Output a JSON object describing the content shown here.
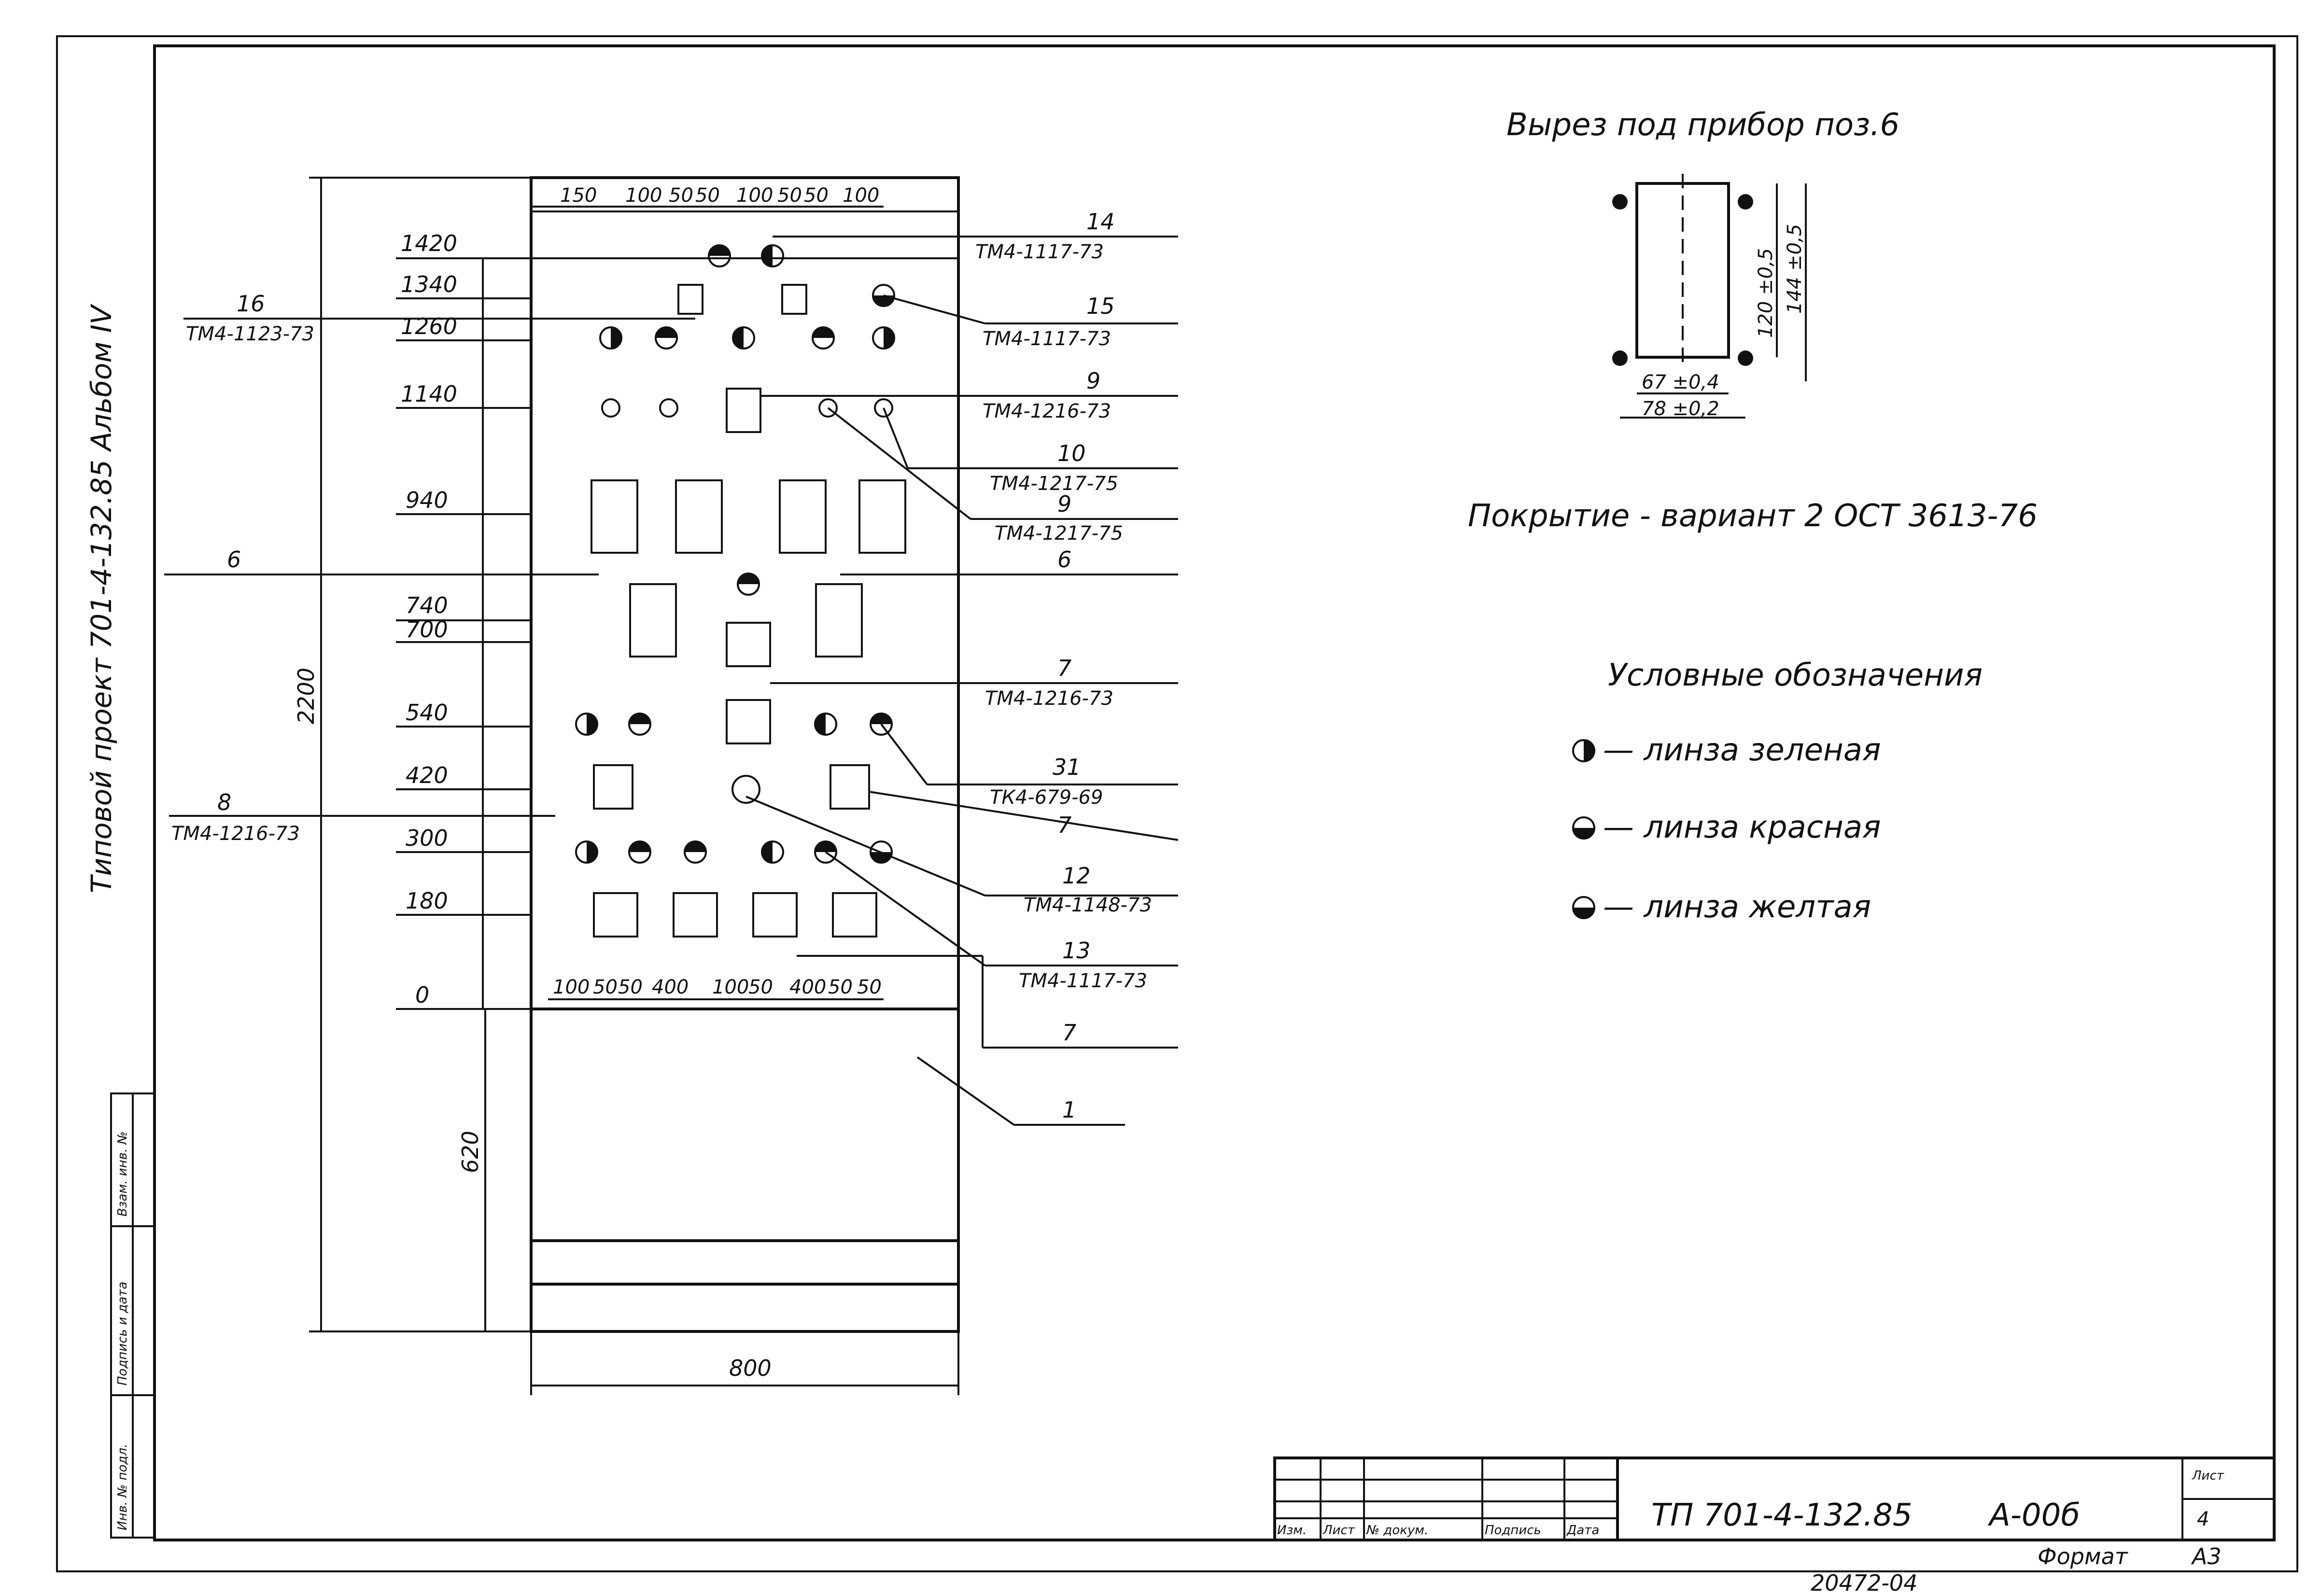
{
  "side_strip": {
    "album_text": "Типовой проект 701-4-132.85 Альбом IV"
  },
  "left_stamp": [
    "Инв. № подл.",
    "Подпись и дата",
    "Взам. инв. №"
  ],
  "cutout": {
    "title": "Вырез под прибор поз.6",
    "dim_h1": "120 ±0,5",
    "dim_h2": "144 ±0,5",
    "dim_w1": "67 ±0,4",
    "dim_w2": "78 ±0,2"
  },
  "coating": "Покрытие - вариант 2 ОСТ 3613-76",
  "legend": {
    "title": "Условные обозначения",
    "items": [
      "— линза зеленая",
      "— линза красная",
      "— линза желтая"
    ]
  },
  "levels": [
    "1420",
    "1340",
    "1260",
    "1140",
    "940",
    "740",
    "700",
    "540",
    "420",
    "300",
    "180",
    "0"
  ],
  "top_dims": [
    "150",
    "100",
    "50",
    "50",
    "100",
    "50",
    "50",
    "100"
  ],
  "bottom_dims": [
    "100",
    "50",
    "50",
    "400",
    "100",
    "50",
    "400",
    "50",
    "50"
  ],
  "overall_height": "2200",
  "base_height": "620",
  "width": "800",
  "left_callouts": [
    {
      "num": "16",
      "spec": "ТМ4-1123-73"
    },
    {
      "num": "6",
      "spec": ""
    },
    {
      "num": "8",
      "spec": "ТМ4-1216-73"
    }
  ],
  "right_callouts": [
    {
      "num": "14",
      "spec": "ТМ4-1117-73"
    },
    {
      "num": "15",
      "spec": "ТМ4-1117-73"
    },
    {
      "num": "9",
      "spec": "ТМ4-1216-73"
    },
    {
      "num": "10",
      "spec": "ТМ4-1217-75"
    },
    {
      "num": "9",
      "spec": "ТМ4-1217-75"
    },
    {
      "num": "6",
      "spec": ""
    },
    {
      "num": "7",
      "spec": "ТМ4-1216-73"
    },
    {
      "num": "31",
      "spec": "ТК4-679-69"
    },
    {
      "num": "7",
      "spec": ""
    },
    {
      "num": "12",
      "spec": "ТМ4-1148-73"
    },
    {
      "num": "13",
      "spec": "ТМ4-1117-73"
    },
    {
      "num": "7",
      "spec": ""
    },
    {
      "num": "1",
      "spec": ""
    }
  ],
  "title_block": {
    "headers": [
      "Изм.",
      "Лист",
      "№ докум.",
      "Подпись",
      "Дата"
    ],
    "doc_code": "ТП 701-4-132.85",
    "sheet_code": "А-00б",
    "sheet_label": "Лист",
    "sheet_num": "4",
    "format_label": "Формат",
    "format_value": "А3",
    "inventory": "20472-04"
  }
}
